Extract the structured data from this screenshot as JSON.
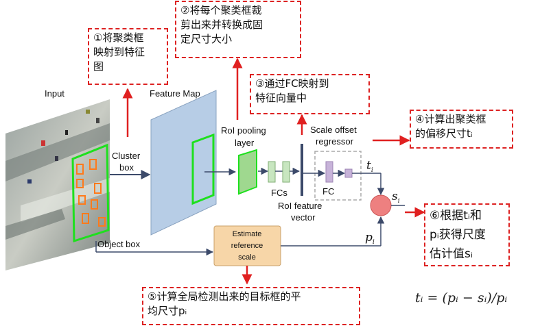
{
  "labels": {
    "input": "Input",
    "feature_map": "Feature Map",
    "cluster_box_line1": "Cluster",
    "cluster_box_line2": "box",
    "object_box": "Object box",
    "roi_pooling_line1": "RoI pooling",
    "roi_pooling_line2": "layer",
    "fcs": "FCs",
    "roi_feature_line1": "RoI feature",
    "roi_feature_line2": "vector",
    "scale_offset_line1": "Scale offset",
    "scale_offset_line2": "regressor",
    "fc": "FC",
    "estimate_line1": "Estimate",
    "estimate_line2": "reference",
    "estimate_line3": "scale",
    "t_i": "t",
    "s_i": "s",
    "p_i": "p",
    "sub_i": "i",
    "formula": "tᵢ = (pᵢ − sᵢ)/pᵢ"
  },
  "annotations": {
    "a1": "①将聚类框\n映射到特征\n图",
    "a2": "②将每个聚类框裁\n剪出来并转换成固\n定尺寸大小",
    "a3": "③通过FC映射到\n特征向量中",
    "a4": "④计算出聚类框\n的偏移尺寸tᵢ",
    "a5": "⑤计算全局检测出来的目标框的平\n均尺寸pᵢ",
    "a6": "⑥根据tᵢ和\npᵢ获得尺度\n估计值sᵢ"
  },
  "colors": {
    "annotation_border": "#dd2222",
    "feature_map": "#b7cde6",
    "roi_box": "#3ad43a",
    "fc_green": "#c8e6c0",
    "fc_purple": "#c7b3d9",
    "estimate_box": "#f7d6a8",
    "sum_circle": "#ee8080"
  }
}
